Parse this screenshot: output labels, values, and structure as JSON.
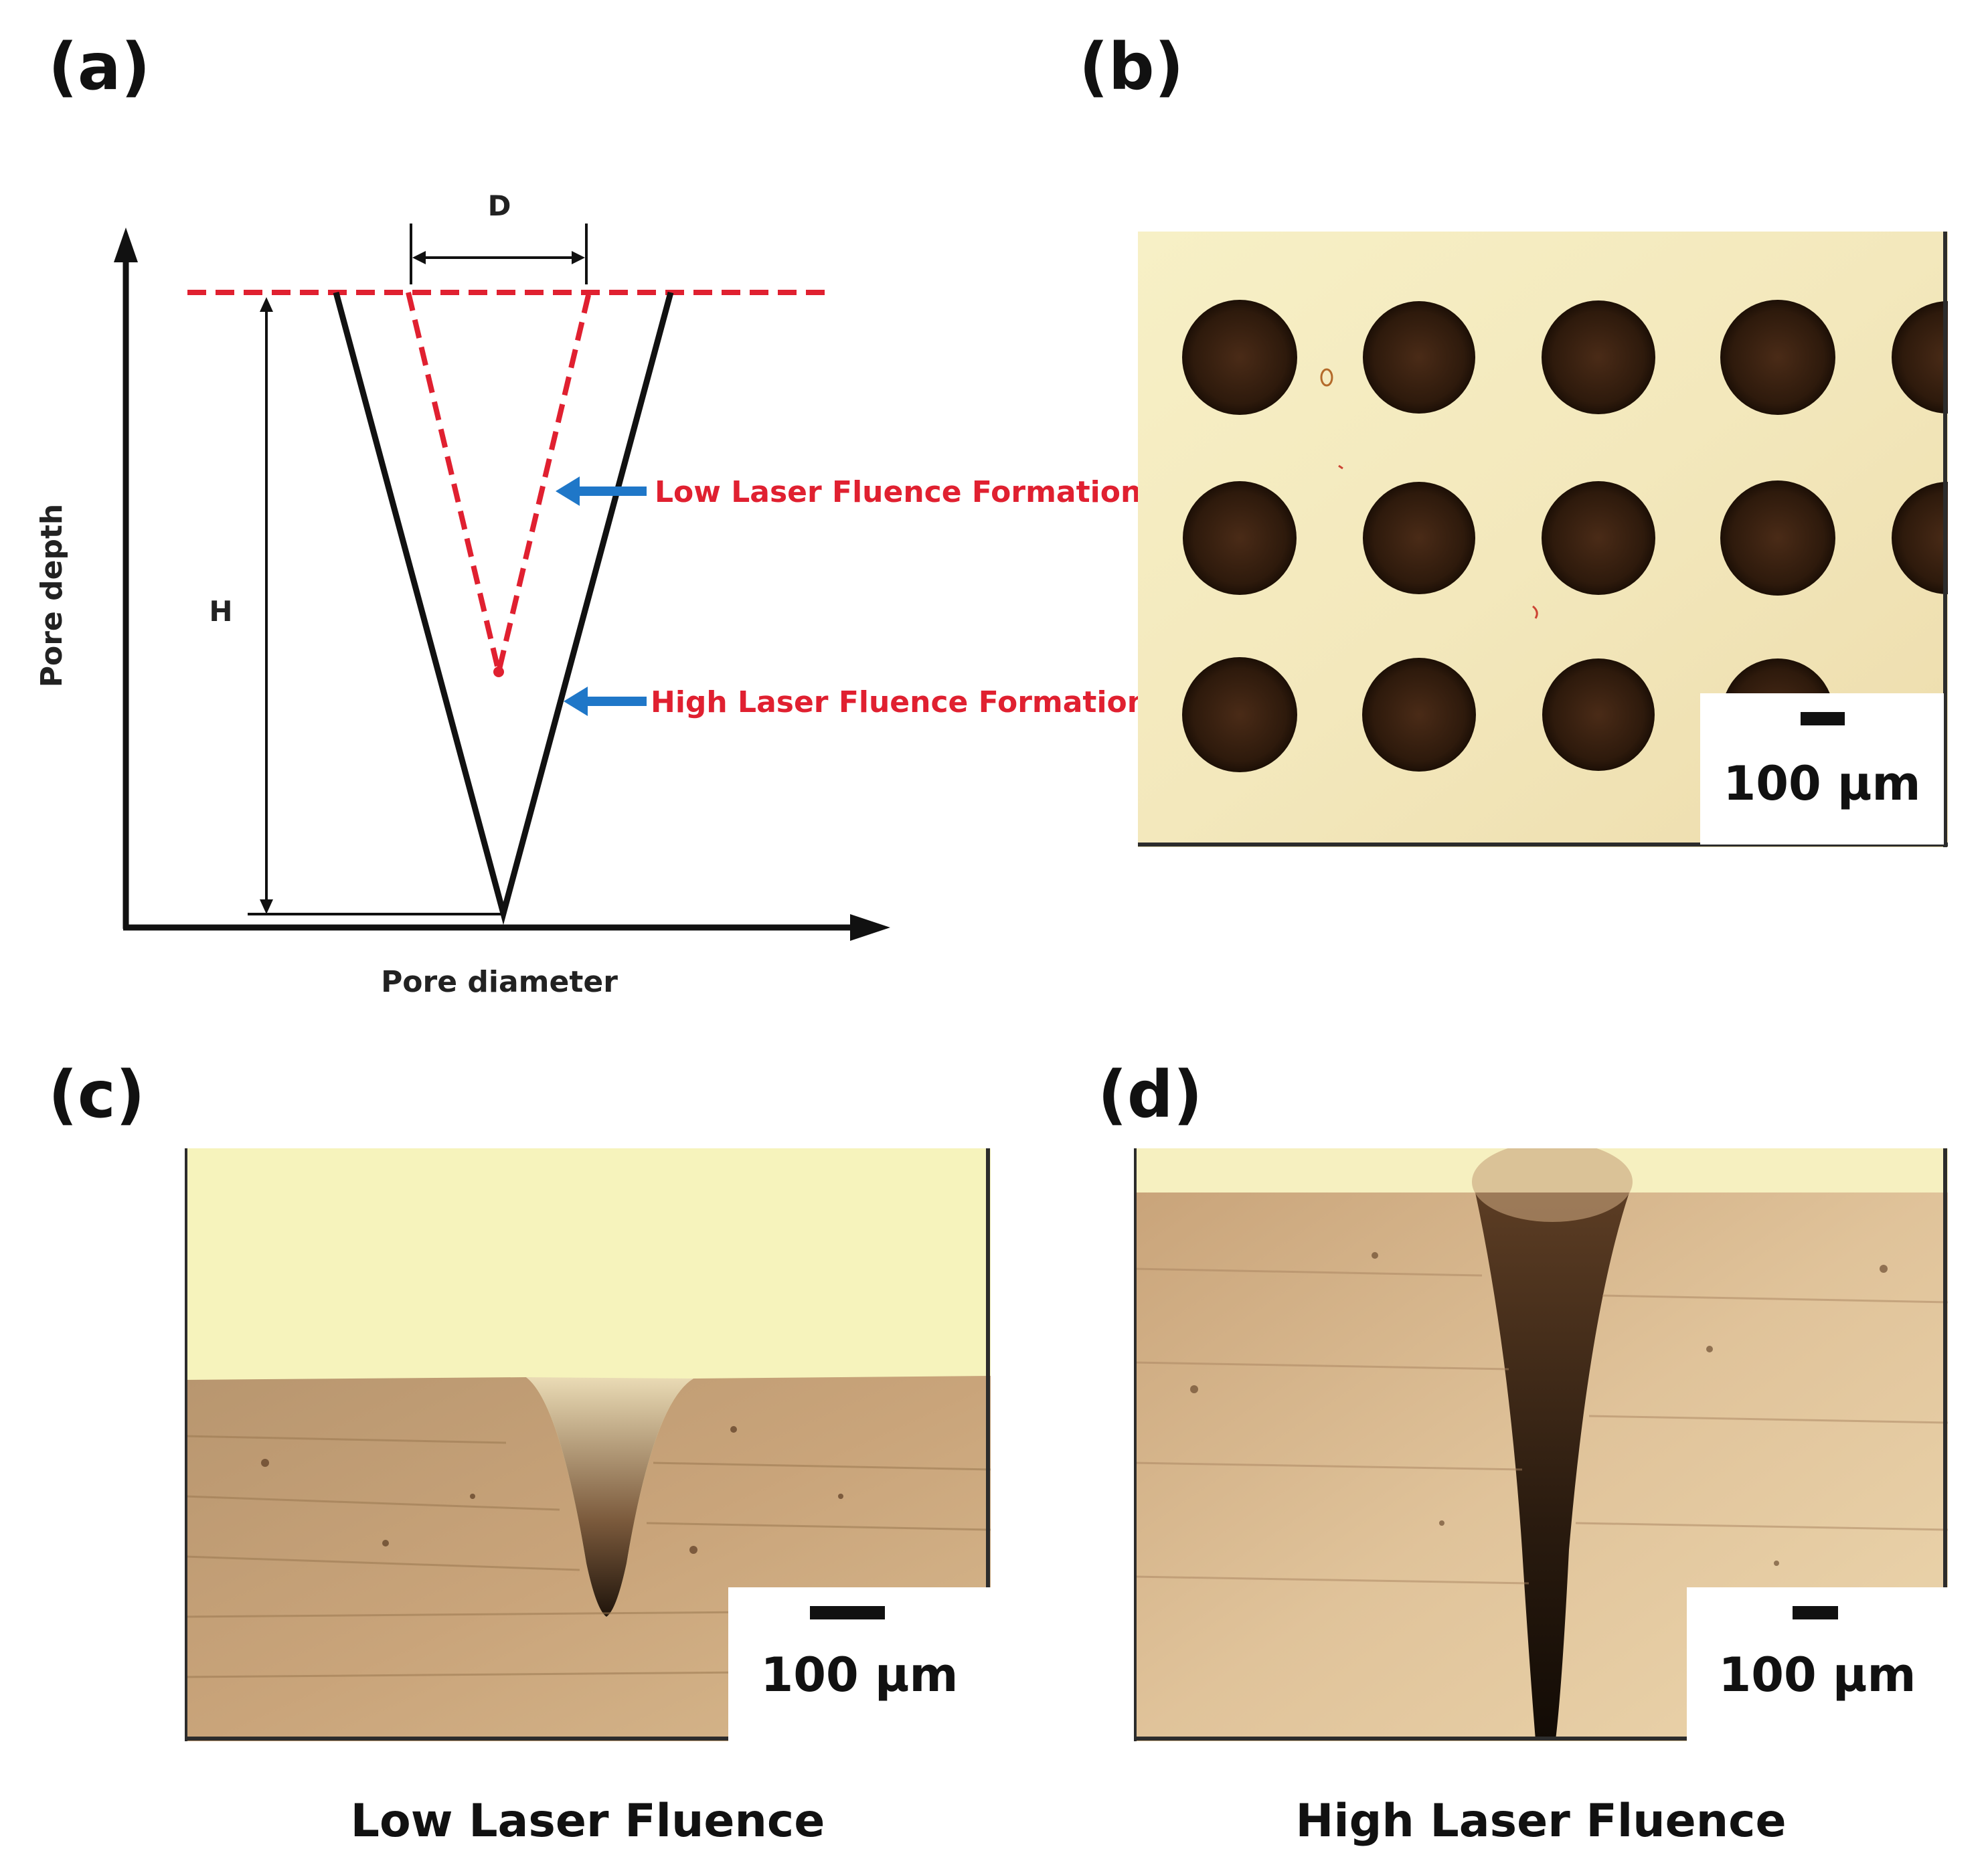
{
  "panels": {
    "a": {
      "label": "(a)"
    },
    "b": {
      "label": "(b)"
    },
    "c": {
      "label": "(c)"
    },
    "d": {
      "label": "(d)"
    }
  },
  "diagram": {
    "y_axis_label": "Pore depth",
    "x_axis_label": "Pore diameter",
    "dimension_diameter": "D",
    "dimension_height": "H",
    "low_fluence_annotation": "Low Laser Fluence Formation",
    "high_fluence_annotation": "High Laser Fluence Formation",
    "colors": {
      "low_fluence_profile": "#e02030",
      "high_fluence_profile": "#111111",
      "arrow": "#1f77c8"
    }
  },
  "micrographs": {
    "top_view": {
      "scale_bar": "100 µm",
      "pore_grid": {
        "rows": 3,
        "visible_columns": 5
      }
    },
    "low_fluence_cross_section": {
      "scale_bar": "100 µm",
      "caption": "Low Laser Fluence"
    },
    "high_fluence_cross_section": {
      "scale_bar": "100 µm",
      "caption": "High Laser Fluence"
    }
  }
}
